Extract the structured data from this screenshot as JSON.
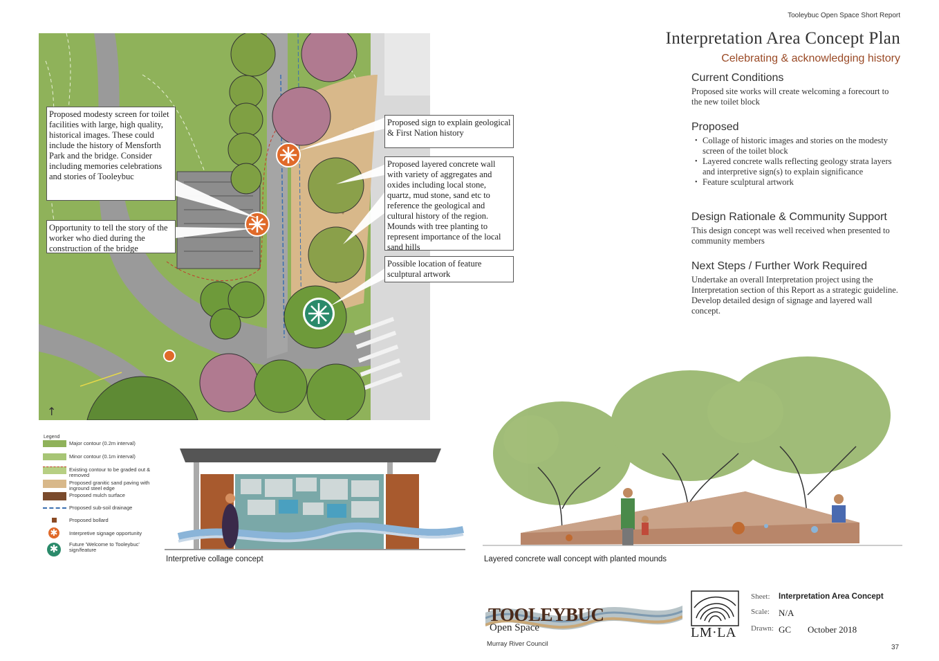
{
  "header": {
    "report_name": "Tooleybuc Open Space Short Report",
    "title": "Interpretation Area Concept Plan",
    "subtitle": "Celebrating & acknowledging history"
  },
  "sections": {
    "current": {
      "heading": "Current Conditions",
      "text": "Proposed site works will create welcoming a forecourt to the new toilet block"
    },
    "proposed": {
      "heading": "Proposed",
      "items": [
        "Collage of historic images and stories on the modesty screen of the toilet block",
        "Layered concrete walls reflecting geology strata layers and interpretive sign(s) to explain significance",
        "Feature sculptural artwork"
      ]
    },
    "rationale": {
      "heading": "Design Rationale & Community Support",
      "text": "This design concept was well received when presented to community members"
    },
    "next": {
      "heading": "Next Steps / Further Work Required",
      "text": "Undertake an overall Interpretation project using the Interpretation section of this Report as a strategic guideline. Develop detailed design of signage and layered wall concept."
    }
  },
  "callouts": {
    "modesty": "Proposed modesty screen for toilet facilities with large, high quality, historical images. These could include the history of Mensforth Park and the bridge. Consider including memories celebrations and stories of Tooleybuc",
    "worker": "Opportunity to tell the story of the worker who died during the construction of the bridge",
    "sign": "Proposed sign to explain geological & First Nation history",
    "wall": "Proposed layered concrete wall with variety of aggregates and oxides including local stone, quartz, mud stone, sand etc to reference the geological and cultural history of the region. Mounds with tree planting to represent importance of the local sand hills",
    "sculpture": "Possible location of feature sculptural artwork"
  },
  "legend": {
    "title": "Legend",
    "items": [
      {
        "label": "Major contour (0.2m interval)",
        "color": "#8fb25a"
      },
      {
        "label": "Minor contour  (0.1m interval)",
        "color": "#a7c575"
      },
      {
        "label": "Existing contour to be graded out & removed",
        "color": "#b7cf83"
      },
      {
        "label": "Proposed granitic sand paving with inground steel edge",
        "color": "#d8b88a"
      },
      {
        "label": "Proposed mulch surface",
        "color": "#7a4a2c"
      },
      {
        "label": "Proposed sub-soil drainage",
        "color": "#3a6fb0"
      },
      {
        "label": "Proposed bollard",
        "color": "#8a4a24"
      },
      {
        "label": "Interpretive signage opportunity",
        "color": "#e06a2a"
      },
      {
        "label": "Future 'Welcome to Tooleybuc' sign/feature",
        "color": "#2a8a6a"
      }
    ]
  },
  "captions": {
    "collage": "Interpretive collage concept",
    "wall": "Layered concrete wall concept with planted mounds"
  },
  "logo": {
    "name": "TOOLEYBUC",
    "sub": "Open Space",
    "council": "Murray River Council",
    "firm": "LM·LA"
  },
  "titleblock": {
    "sheet_label": "Sheet:",
    "sheet_value": "Interpretation Area Concept",
    "scale_label": "Scale:",
    "scale_value": "N/A",
    "drawn_label": "Drawn:",
    "drawn_value": "GC",
    "date": "October 2018"
  },
  "page_number": "37",
  "colors": {
    "accent": "#9a4a26",
    "orange_sign": "#e06a2a",
    "teal_sign": "#2a8a6a",
    "grass": "#8fb25a"
  }
}
